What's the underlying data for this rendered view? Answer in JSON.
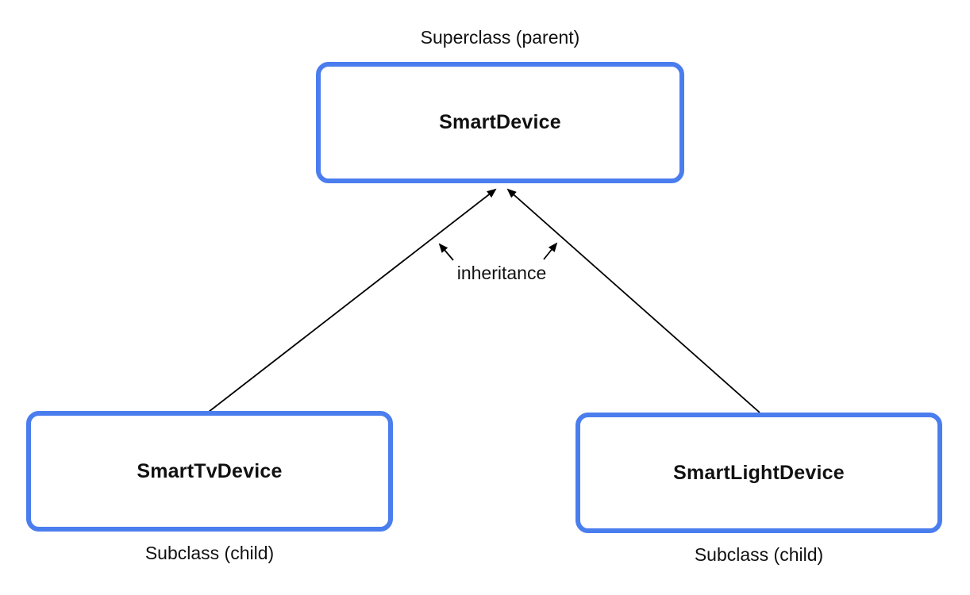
{
  "diagram": {
    "superclass": {
      "caption": "Superclass (parent)",
      "name": "SmartDevice"
    },
    "subclasses": [
      {
        "name": "SmartTvDevice",
        "caption": "Subclass (child)"
      },
      {
        "name": "SmartLightDevice",
        "caption": "Subclass (child)"
      }
    ],
    "edge_label": "inheritance",
    "colors": {
      "box_border": "#4a7dee",
      "box_fill": "#ffffff",
      "arrow": "#000000",
      "text": "#111111"
    }
  }
}
